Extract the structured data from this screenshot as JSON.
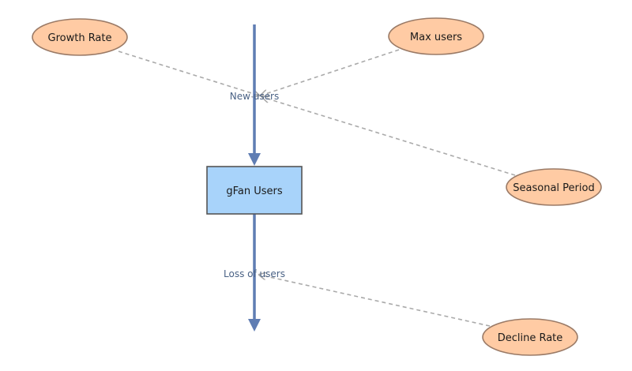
{
  "diagram": {
    "stock": {
      "label": "gFan Users",
      "fill": "#a8d3fa",
      "stroke": "#555555"
    },
    "flows": {
      "inflow": "New users",
      "outflow": "Loss of users",
      "color": "#5f7db3"
    },
    "variables": {
      "growth_rate": "Growth Rate",
      "max_users": "Max users",
      "seasonal_period": "Seasonal Period",
      "decline_rate": "Decline Rate",
      "fill": "#ffcba4",
      "stroke": "#9a7a66"
    },
    "link_color": "#aaaaaa"
  }
}
